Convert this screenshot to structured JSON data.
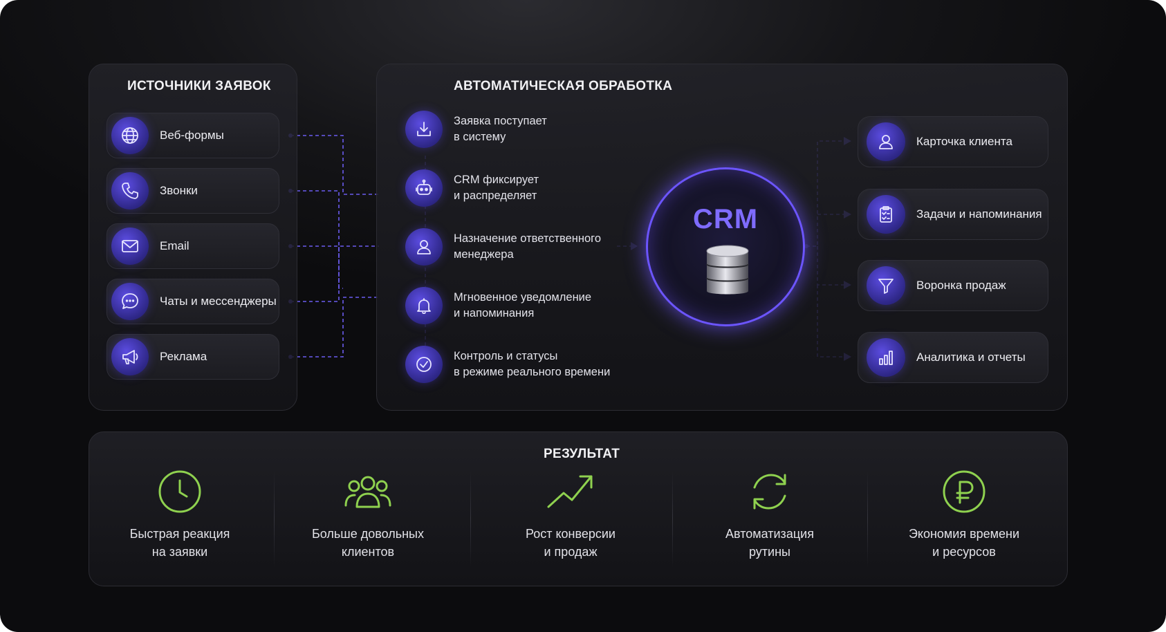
{
  "sources": {
    "title": "ИСТОЧНИКИ ЗАЯВОК",
    "items": [
      {
        "label": "Веб-формы",
        "icon": "globe-icon"
      },
      {
        "label": "Звонки",
        "icon": "phone-icon"
      },
      {
        "label": "Email",
        "icon": "mail-icon"
      },
      {
        "label": "Чаты и мессенджеры",
        "icon": "chat-icon"
      },
      {
        "label": "Реклама",
        "icon": "megaphone-icon"
      }
    ]
  },
  "processing": {
    "title": "АВТОМАТИЧЕСКАЯ ОБРАБОТКА",
    "steps": [
      {
        "label": "Заявка поступает\nв систему",
        "icon": "download-icon"
      },
      {
        "label": "CRM фиксирует\nи распределяет",
        "icon": "robot-icon"
      },
      {
        "label": "Назначение ответственного\nменеджера",
        "icon": "user-icon"
      },
      {
        "label": "Мгновенное уведомление\nи напоминания",
        "icon": "bell-icon"
      },
      {
        "label": "Контроль и статусы\nв режиме реального времени",
        "icon": "check-circle-icon"
      }
    ],
    "crm_label": "CRM",
    "outputs": [
      {
        "label": "Карточка клиента",
        "icon": "user-icon"
      },
      {
        "label": "Задачи и напоминания",
        "icon": "clipboard-icon"
      },
      {
        "label": "Воронка продаж",
        "icon": "funnel-icon"
      },
      {
        "label": "Аналитика и отчеты",
        "icon": "bar-chart-icon"
      }
    ]
  },
  "results": {
    "title": "РЕЗУЛЬТАТ",
    "items": [
      {
        "label": "Быстрая реакция\nна заявки",
        "icon": "clock-icon"
      },
      {
        "label": "Больше довольных\nклиентов",
        "icon": "users-icon"
      },
      {
        "label": "Рост конверсии\nи продаж",
        "icon": "trend-up-icon"
      },
      {
        "label": "Автоматизация\nрутины",
        "icon": "refresh-icon"
      },
      {
        "label": "Экономия времени\nи ресурсов",
        "icon": "ruble-icon"
      }
    ]
  },
  "colors": {
    "accent_purple": "#6c55ff",
    "accent_green": "#8fd14f",
    "background": "#141417"
  }
}
